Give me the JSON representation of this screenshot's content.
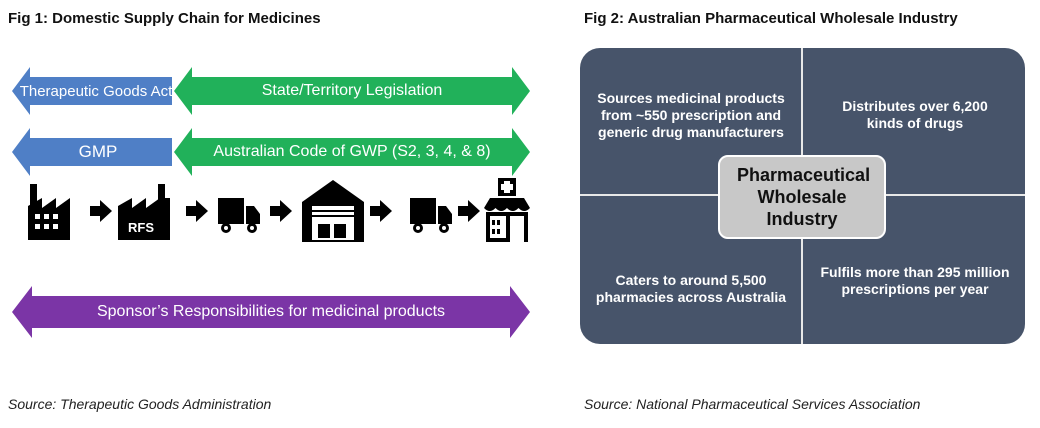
{
  "fig1": {
    "title": "Fig 1: Domestic Supply Chain for Medicines",
    "arrows": {
      "tga": "Therapeutic Goods Act",
      "state": "State/Territory Legislation",
      "gmp": "GMP",
      "gwp": "Australian Code of GWP (S2, 3, 4, & 8)",
      "sponsor": "Sponsor’s Responsibilities for medicinal products"
    },
    "icons": [
      "factory-icon",
      "rfs-factory-icon",
      "truck-icon",
      "warehouse-icon",
      "truck-icon",
      "pharmacy-icon"
    ],
    "rfs_label": "RFS",
    "source": "Source: Therapeutic Goods Administration",
    "colors": {
      "blue": "#4f7fc6",
      "green": "#21b15a",
      "purple": "#7b35a6"
    }
  },
  "fig2": {
    "title": "Fig 2: Australian Pharmaceutical Wholesale Industry",
    "center": "Pharmaceutical Wholesale Industry",
    "quadrants": {
      "top_left": "Sources medicinal products from ~550 prescription and generic drug manufacturers",
      "top_right": "Distributes over 6,200 kinds of drugs",
      "bottom_left": "Caters to around 5,500 pharmacies across Australia",
      "bottom_right": "Fulfils more than 295 million prescriptions per year"
    },
    "source": "Source: National Pharmaceutical Services Association",
    "colors": {
      "box": "#47546a",
      "center": "#c8c8c8"
    }
  }
}
